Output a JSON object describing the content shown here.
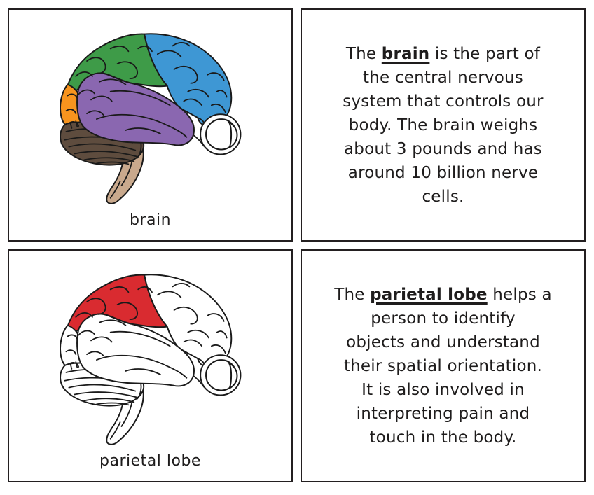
{
  "colors": {
    "frontal_blue": "#3E97D4",
    "parietal_green": "#3E9B48",
    "occipital_orange": "#F7941E",
    "temporal_purple": "#8A67B0",
    "cerebellum_brown": "#5E4C3E",
    "stem_tan": "#C9A98D",
    "parietal_red": "#D92B30",
    "ink": "#1A1A1A",
    "text_color": "#1E1C1C",
    "card_border": "#231F20"
  },
  "cards": {
    "brain_picture": {
      "label": "brain"
    },
    "brain_text": {
      "full_text": "The brain is the part of the central nervous system that controls our body. The brain weighs about 3 pounds and has around 10 billion nerve cells.",
      "lines": [
        [
          {
            "t": "The "
          },
          {
            "t": "brain",
            "em": true
          },
          {
            "t": " is the part of"
          }
        ],
        [
          {
            "t": "the central nervous"
          }
        ],
        [
          {
            "t": "system that controls our"
          }
        ],
        [
          {
            "t": "body. The brain weighs"
          }
        ],
        [
          {
            "t": "about 3 pounds and has"
          }
        ],
        [
          {
            "t": "around 10 billion nerve"
          }
        ],
        [
          {
            "t": "cells."
          }
        ]
      ]
    },
    "parietal_picture": {
      "label": "parietal lobe"
    },
    "parietal_text": {
      "full_text": "The parietal lobe helps a person to identify objects and understand their spatial orientation. It is also involved in interpreting pain and touch in the body.",
      "lines": [
        [
          {
            "t": "The "
          },
          {
            "t": "parietal lobe",
            "em": true
          },
          {
            "t": " helps a"
          }
        ],
        [
          {
            "t": "person to identify"
          }
        ],
        [
          {
            "t": "objects and understand"
          }
        ],
        [
          {
            "t": "their spatial orientation."
          }
        ],
        [
          {
            "t": "It is also involved in"
          }
        ],
        [
          {
            "t": "interpreting pain and"
          }
        ],
        [
          {
            "t": "touch in the body."
          }
        ]
      ]
    }
  }
}
